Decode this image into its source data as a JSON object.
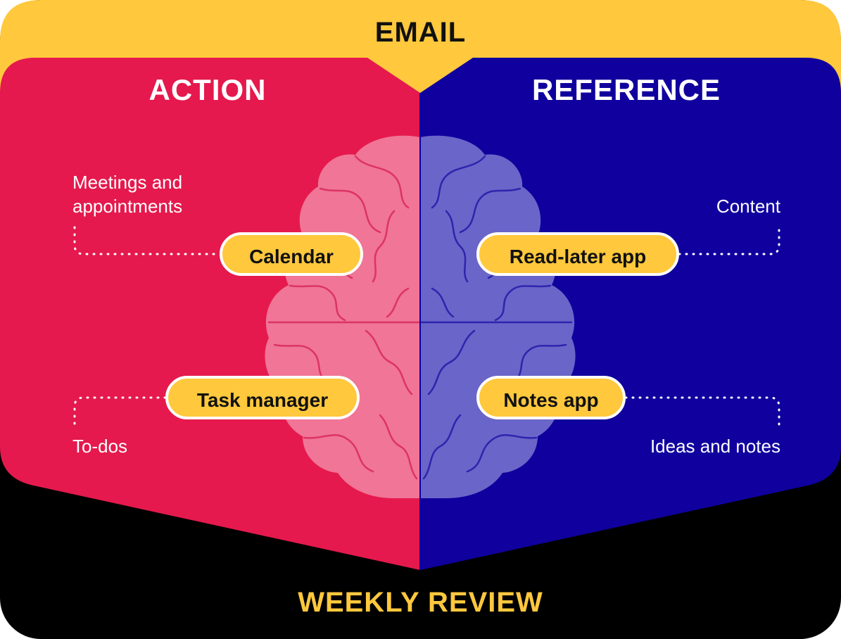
{
  "diagram": {
    "top_band": {
      "label": "EMAIL"
    },
    "bottom_band": {
      "label": "WEEKLY REVIEW"
    },
    "left_panel": {
      "title": "ACTION",
      "items": [
        {
          "tool": "Calendar",
          "caption": "Meetings and appointments"
        },
        {
          "tool": "Task manager",
          "caption": "To-dos"
        }
      ]
    },
    "right_panel": {
      "title": "REFERENCE",
      "items": [
        {
          "tool": "Read-later app",
          "caption": "Content"
        },
        {
          "tool": "Notes app",
          "caption": "Ideas and notes"
        }
      ]
    }
  },
  "colors": {
    "email_band": "#ffc83d",
    "action_panel": "#e5194d",
    "reference_panel": "#10009e",
    "review_band": "#000000",
    "pill": "#ffc83d",
    "brain_left": "#f07596",
    "brain_right": "#6a65c8"
  }
}
